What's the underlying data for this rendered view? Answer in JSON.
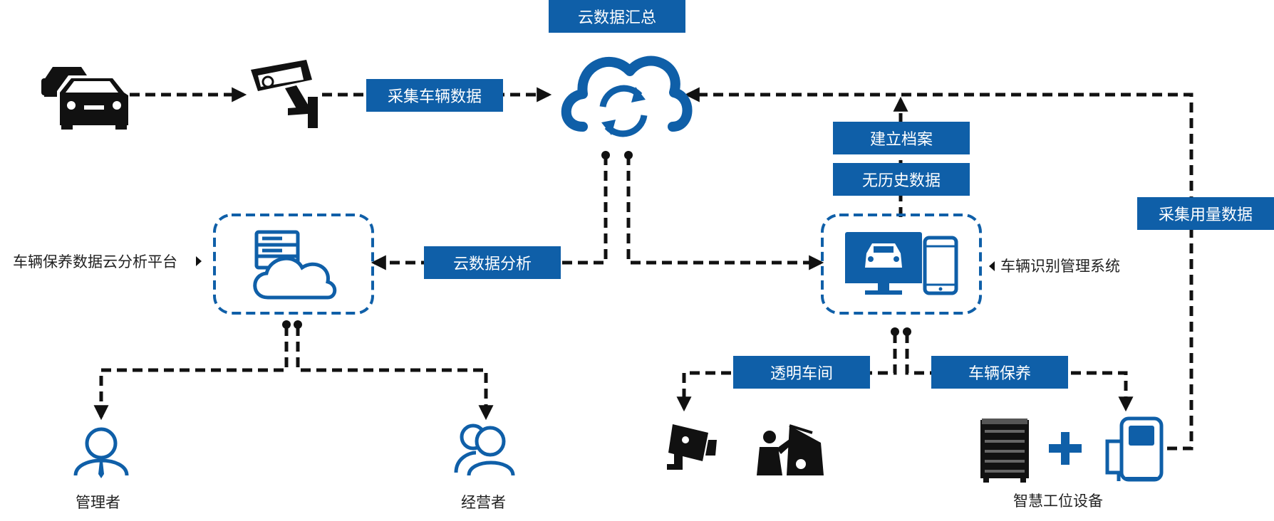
{
  "colors": {
    "brand_blue": "#0f5fa8",
    "line": "#111111",
    "background": "#ffffff"
  },
  "nodes": {
    "cloud_summary": "云数据汇总",
    "collect_vehicle_data": "采集车辆数据",
    "create_archive": "建立档案",
    "no_history_data": "无历史数据",
    "collect_usage_data": "采集用量数据",
    "cloud_analysis": "云数据分析",
    "transparent_workshop": "透明车间",
    "vehicle_maintenance": "车辆保养"
  },
  "labels": {
    "analysis_platform": "车辆保养数据云分析平台",
    "recognition_system": "车辆识别管理系统",
    "manager": "管理者",
    "operator": "经营者",
    "smart_workstation": "智慧工位设备"
  },
  "icons": [
    "cars-icon",
    "surveillance-camera-icon",
    "cloud-sync-icon",
    "cloud-server-icon",
    "monitor-car-phone-icon",
    "person-icon",
    "people-icon",
    "security-camera-icon",
    "mechanic-icon",
    "tool-cabinet-icon",
    "plus-icon",
    "fuel-dispenser-icon"
  ]
}
